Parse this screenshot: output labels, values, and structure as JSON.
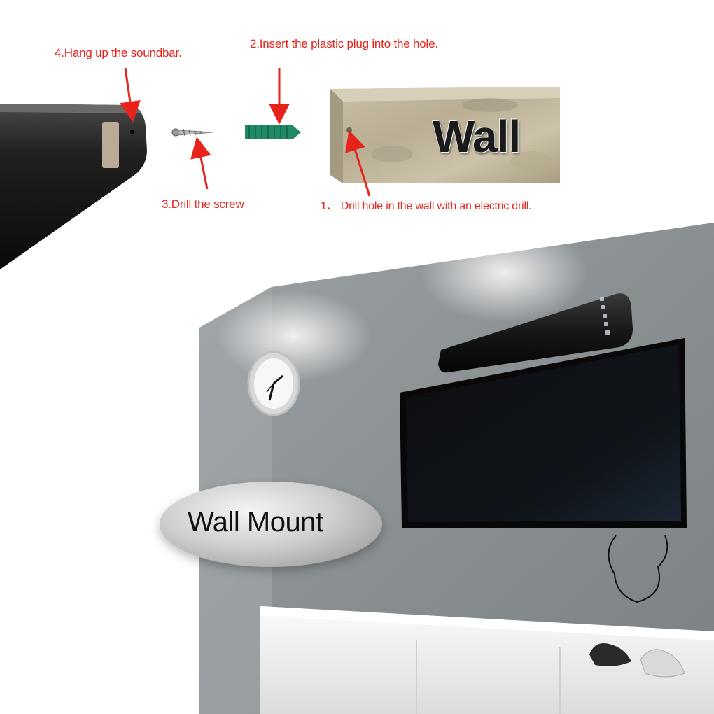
{
  "steps": {
    "step1": "1、 Drill hole in the wall with an electric drill.",
    "step2": "2.Insert the plastic plug into the hole.",
    "step3": "3.Drill the screw",
    "step4": "4.Hang up the soundbar."
  },
  "wall_label": "Wall",
  "mount_label": "Wall Mount",
  "colors": {
    "annotation_red": "#e8231c",
    "plug_green": "#1f8a64",
    "wall_grey": "#8e9396",
    "soundbar_black": "#1c1c1c"
  },
  "icons": [
    "arrow-icon",
    "screw-icon",
    "plastic-plug-icon",
    "clock-icon"
  ]
}
